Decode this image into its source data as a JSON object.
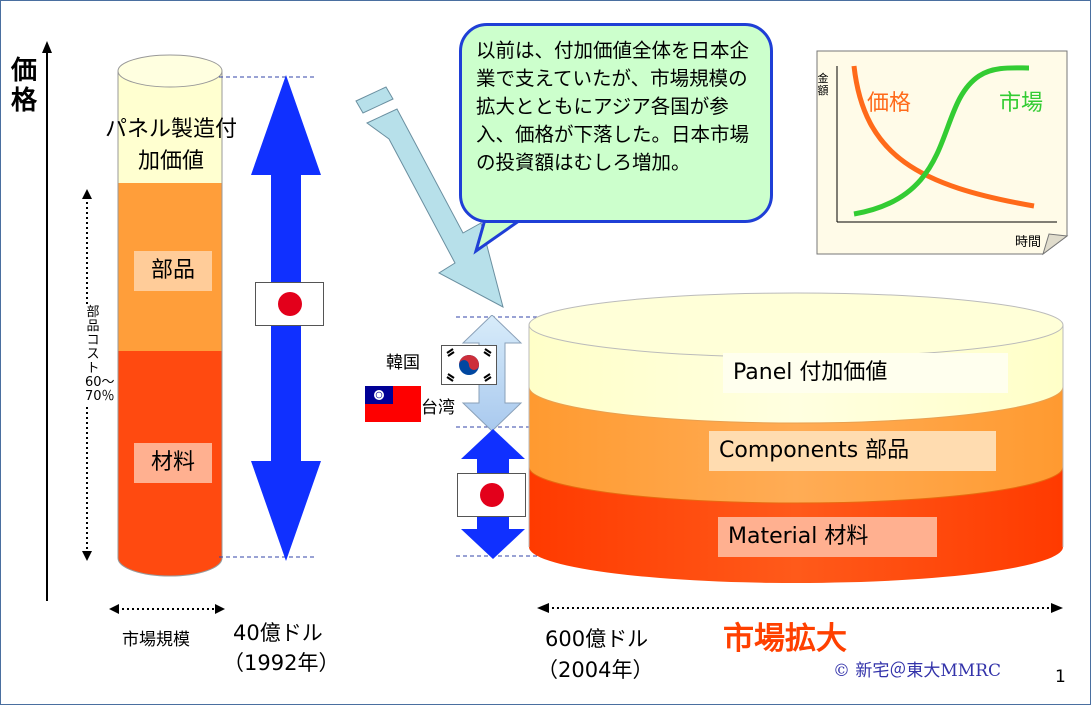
{
  "price_axis_label": "価格",
  "cost_label": "部品コスト60〜70％",
  "cylinder_1992": {
    "panel_label": "パネル製造付加価値",
    "components_label": "部品",
    "material_label": "材料"
  },
  "market_size_label": "市場規模",
  "market_1992": {
    "value": "40億ドル",
    "year": "（1992年）"
  },
  "market_2004": {
    "value": "600億ドル",
    "year": "（2004年）"
  },
  "market_expansion": "市場拡大",
  "bubble_text": "以前は、付加価値全体を日本企業で支えていたが、市場規模の拡大とともにアジア各国が参入、価格が下落した。日本市場の投資額はむしろ増加。",
  "countries": {
    "korea": "韓国",
    "taiwan": "台湾"
  },
  "cylinder_2004": {
    "panel_label": "Panel 付加価値",
    "components_label": "Components 部品",
    "material_label": "Material 材料"
  },
  "inset_chart": {
    "y_label": "金額",
    "x_label": "時間",
    "price_curve": "価格",
    "market_curve": "市場"
  },
  "copyright": "© 新宅＠東大MMRC",
  "page_number": "1",
  "colors": {
    "panel": "#ffffd0",
    "components": "#ff9e3a",
    "material": "#ff4a10",
    "arrow_blue": "#1030ff",
    "bubble_fill": "#ccffcc",
    "bubble_border": "#1f3fd6",
    "price_curve": "#ff6a1a",
    "market_curve": "#33cc33",
    "expansion_text": "#ff4000",
    "copyright_text": "#3333aa"
  }
}
